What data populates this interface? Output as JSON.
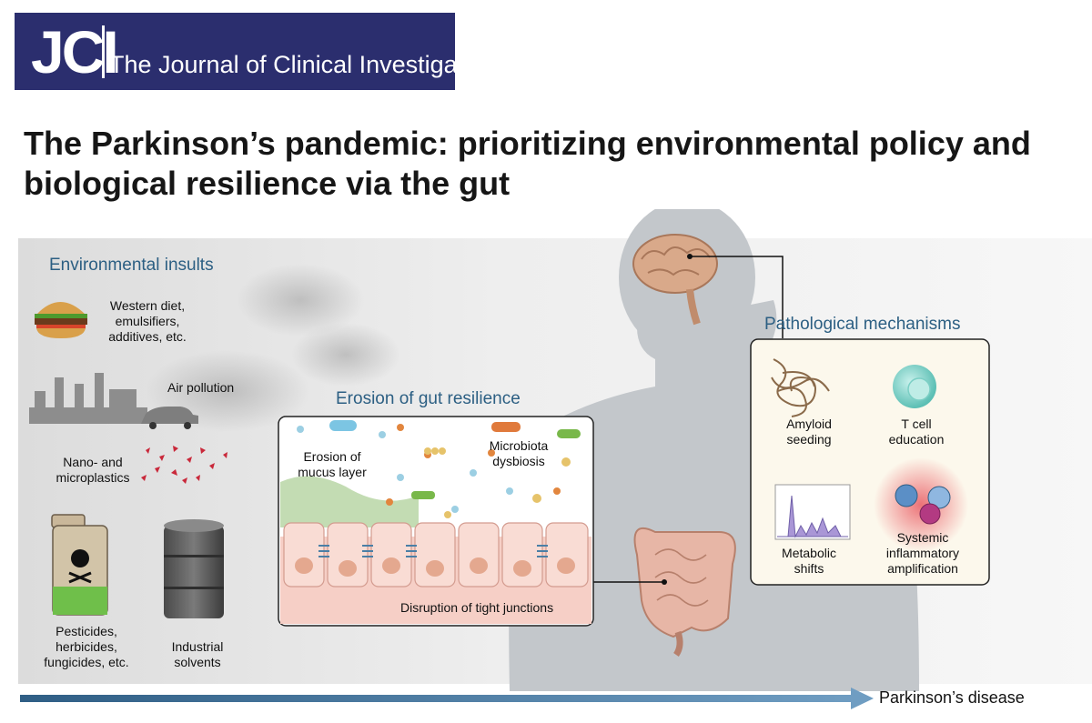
{
  "journal": {
    "logo_text": "JCI",
    "name": "The Journal of Clinical Investigation"
  },
  "title": "The Parkinson’s pandemic: prioritizing environmental policy and biological resilience via the gut",
  "environmental_insults": {
    "heading": "Environmental insults",
    "items": [
      {
        "id": "diet",
        "label": "Western diet, emulsifiers, additives, etc."
      },
      {
        "id": "air",
        "label": "Air pollution"
      },
      {
        "id": "plastics",
        "label": "Nano- and microplastics"
      },
      {
        "id": "pesticides",
        "label": "Pesticides, herbicides, fungicides, etc."
      },
      {
        "id": "solvents",
        "label": "Industrial solvents"
      }
    ]
  },
  "gut": {
    "heading": "Erosion of gut resilience",
    "labels": {
      "mucus": "Erosion of mucus layer",
      "dysbiosis": "Microbiota dysbiosis",
      "tight_junctions": "Disruption of tight junctions"
    }
  },
  "pathology": {
    "heading": "Pathological mechanisms",
    "items": [
      {
        "id": "amyloid",
        "label": "Amyloid seeding"
      },
      {
        "id": "tcell",
        "label": "T cell education"
      },
      {
        "id": "metabolic",
        "label": "Metabolic shifts"
      },
      {
        "id": "inflammatory",
        "label": "Systemic inflammatory amplification"
      }
    ]
  },
  "timeline": {
    "label": "Parkinson’s disease"
  },
  "colors": {
    "header_bg": "#2b2e6e",
    "heading_blue": "#2c5f83",
    "arrow_blue": "#4a7fa6",
    "body_silhouette": "#bfc3c7",
    "tcell": "#7fd1c8",
    "inflammation": "#e8515a"
  }
}
